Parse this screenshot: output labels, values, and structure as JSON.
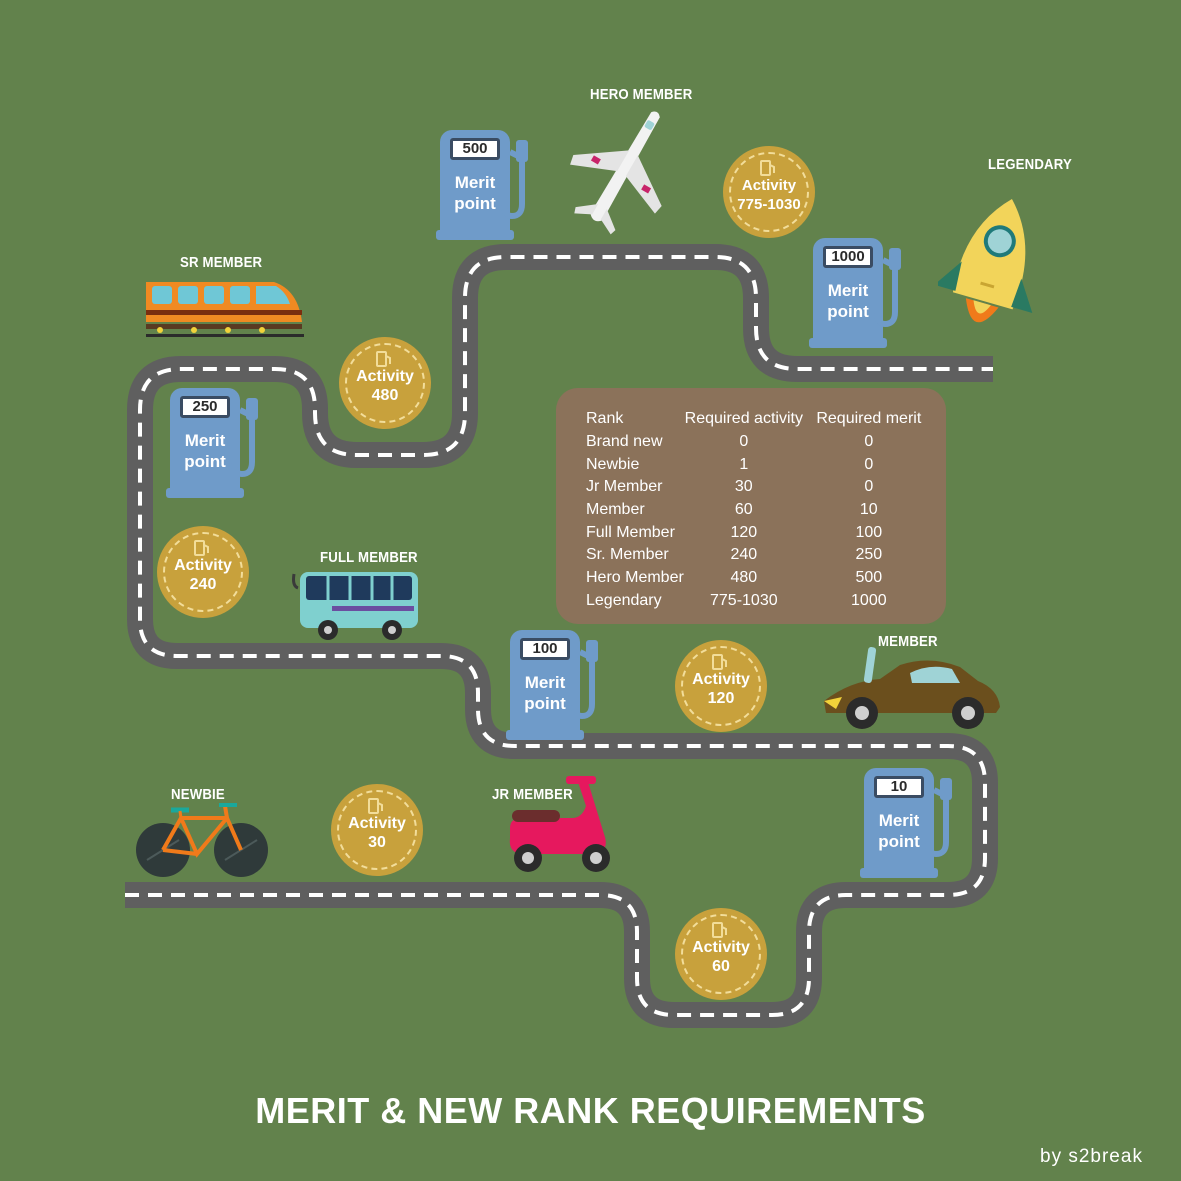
{
  "title": "MERIT & NEW RANK REQUIREMENTS",
  "credit": "by s2break",
  "colors": {
    "background": "#62824c",
    "road": "#5f5f5f",
    "pump": "#6f9bc9",
    "coin": "#c8a13c",
    "table_bg": "#8b725a"
  },
  "ranks": {
    "newbie": "NEWBIE",
    "jr_member": "JR MEMBER",
    "member": "MEMBER",
    "full_member": "FULL MEMBER",
    "sr_member": "SR MEMBER",
    "hero_member": "HERO MEMBER",
    "legendary": "LEGENDARY"
  },
  "pumps": [
    {
      "value": "10",
      "line1": "Merit",
      "line2": "point"
    },
    {
      "value": "100",
      "line1": "Merit",
      "line2": "point"
    },
    {
      "value": "250",
      "line1": "Merit",
      "line2": "point"
    },
    {
      "value": "500",
      "line1": "Merit",
      "line2": "point"
    },
    {
      "value": "1000",
      "line1": "Merit",
      "line2": "point"
    }
  ],
  "coins": [
    {
      "label": "Activity",
      "value": "30"
    },
    {
      "label": "Activity",
      "value": "60"
    },
    {
      "label": "Activity",
      "value": "120"
    },
    {
      "label": "Activity",
      "value": "240"
    },
    {
      "label": "Activity",
      "value": "480"
    },
    {
      "label": "Activity",
      "value": "775-1030"
    }
  ],
  "table": {
    "headers": [
      "Rank",
      "Required activity",
      "Required merit"
    ],
    "rows": [
      [
        "Brand new",
        "0",
        "0"
      ],
      [
        "Newbie",
        "1",
        "0"
      ],
      [
        "Jr Member",
        "30",
        "0"
      ],
      [
        "Member",
        "60",
        "10"
      ],
      [
        "Full Member",
        "120",
        "100"
      ],
      [
        "Sr. Member",
        "240",
        "250"
      ],
      [
        "Hero Member",
        "480",
        "500"
      ],
      [
        "Legendary",
        "775-1030",
        "1000"
      ]
    ]
  },
  "vehicles": {
    "newbie": "bicycle-icon",
    "jr_member": "scooter-icon",
    "member": "car-icon",
    "full_member": "bus-icon",
    "sr_member": "train-icon",
    "hero_member": "airplane-icon",
    "legendary": "rocket-icon"
  }
}
